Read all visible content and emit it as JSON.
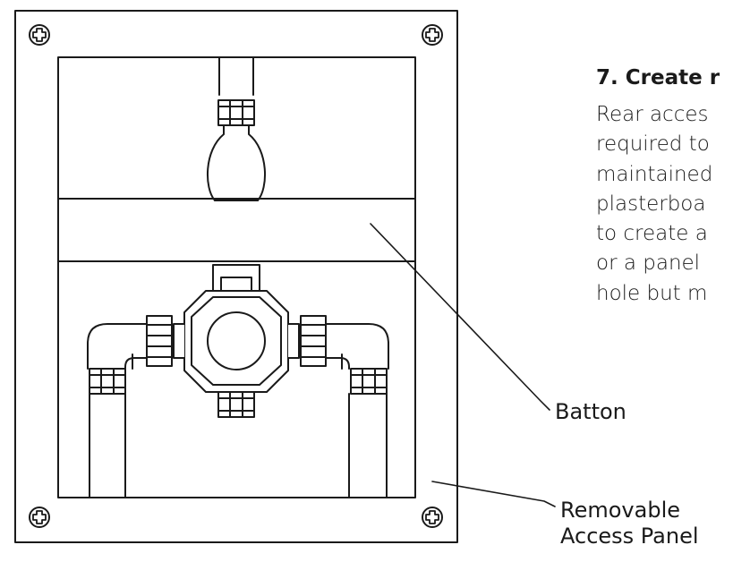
{
  "instruction": {
    "heading": "7. Create r",
    "body_lines": [
      "Rear acces",
      "required to",
      "maintained",
      "plasterboa",
      "to create a",
      "or a panel",
      "hole but m"
    ]
  },
  "labels": {
    "batton": "Batton",
    "panel_line1": "Removable",
    "panel_line2": "Access Panel"
  },
  "colors": {
    "stroke": "#1a1a1a",
    "background": "#ffffff"
  },
  "icons": [
    "screw-icon"
  ]
}
